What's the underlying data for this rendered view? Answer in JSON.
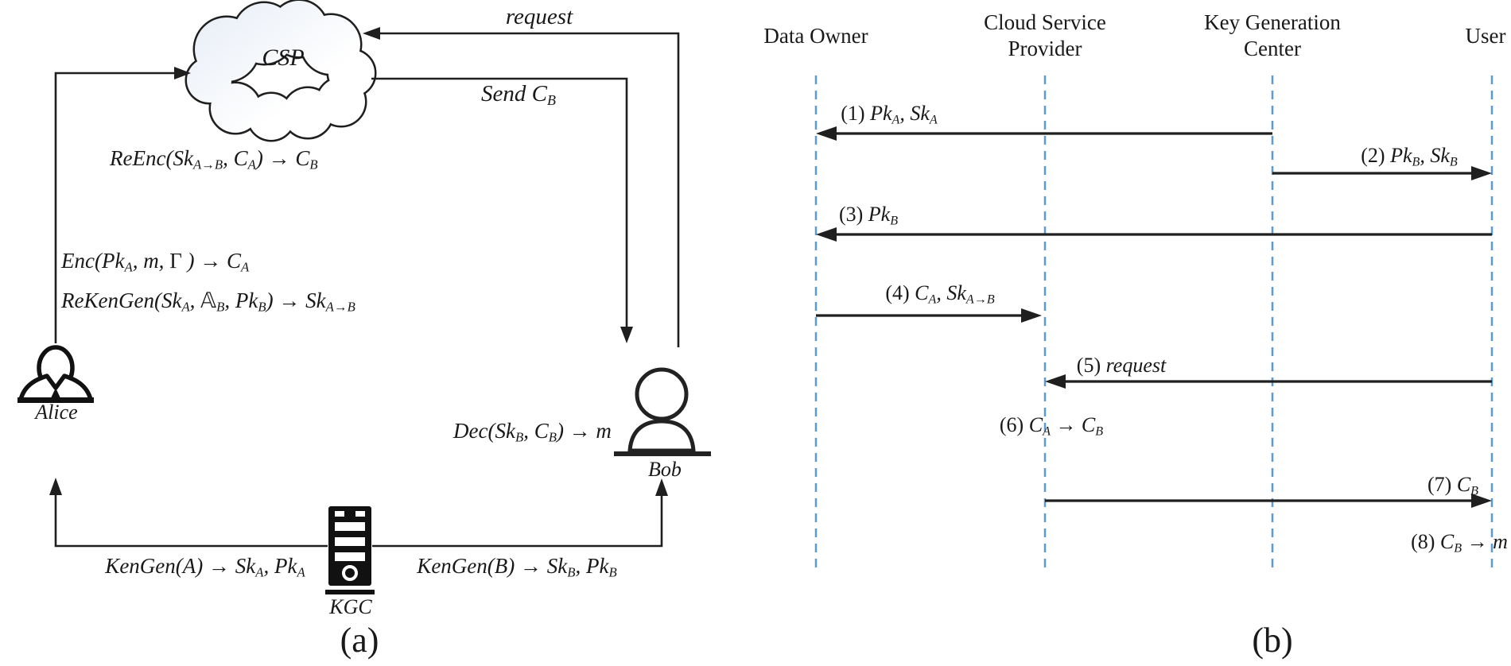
{
  "figure": {
    "panel_a": {
      "caption": "(a)",
      "cloud": {
        "label": "CSP"
      },
      "actors": {
        "alice": "Alice",
        "bob": "Bob",
        "kgc": "KGC"
      },
      "labels": {
        "request": [
          {
            "i": "request"
          }
        ],
        "send_cb": [
          {
            "i": "Send C"
          },
          {
            "s": "B"
          }
        ],
        "reenc": [
          {
            "i": "ReEnc(Sk"
          },
          {
            "s": "A→B"
          },
          {
            "i": ", C"
          },
          {
            "s": "A"
          },
          {
            "i": ") → C"
          },
          {
            "s": "B"
          }
        ],
        "enc": [
          {
            "i": "Enc(Pk"
          },
          {
            "s": "A"
          },
          {
            "i": ", m, "
          },
          {
            "t": "Γ"
          },
          {
            "i": " ) → C"
          },
          {
            "s": "A"
          }
        ],
        "rekengen": [
          {
            "i": "ReKenGen(Sk"
          },
          {
            "s": "A"
          },
          {
            "i": ", "
          },
          {
            "t": "𝔸"
          },
          {
            "s": "B"
          },
          {
            "i": ", Pk"
          },
          {
            "s": "B"
          },
          {
            "i": ") → Sk"
          },
          {
            "s": "A→B"
          }
        ],
        "dec": [
          {
            "i": "Dec(Sk"
          },
          {
            "s": "B"
          },
          {
            "i": ", C"
          },
          {
            "s": "B"
          },
          {
            "i": ") → m"
          }
        ],
        "kengen_a": [
          {
            "i": "KenGen(A) → Sk"
          },
          {
            "s": "A"
          },
          {
            "i": ", Pk"
          },
          {
            "s": "A"
          }
        ],
        "kengen_b": [
          {
            "i": "KenGen(B) → Sk"
          },
          {
            "s": "B"
          },
          {
            "i": ", Pk"
          },
          {
            "s": "B"
          }
        ]
      }
    },
    "panel_b": {
      "caption": "(b)",
      "actors": [
        {
          "name": "Data Owner"
        },
        {
          "name": "Cloud Service Provider"
        },
        {
          "name": "Key Generation Center"
        },
        {
          "name": "User"
        }
      ],
      "messages": [
        {
          "n": 1,
          "from": "Key Generation Center",
          "to": "Data Owner",
          "kind": "arrow",
          "label": [
            {
              "t": "(1) "
            },
            {
              "i": "Pk"
            },
            {
              "s": "A"
            },
            {
              "i": ", Sk"
            },
            {
              "s": "A"
            }
          ]
        },
        {
          "n": 2,
          "from": "Key Generation Center",
          "to": "User",
          "kind": "arrow",
          "label": [
            {
              "t": "(2) "
            },
            {
              "i": "Pk"
            },
            {
              "s": "B"
            },
            {
              "i": ", Sk"
            },
            {
              "s": "B"
            }
          ]
        },
        {
          "n": 3,
          "from": "User",
          "to": "Data Owner",
          "kind": "arrow",
          "label": [
            {
              "t": "(3) "
            },
            {
              "i": "Pk"
            },
            {
              "s": "B"
            }
          ]
        },
        {
          "n": 4,
          "from": "Data Owner",
          "to": "Cloud Service Provider",
          "kind": "arrow",
          "label": [
            {
              "t": "(4) "
            },
            {
              "i": "C"
            },
            {
              "s": "A"
            },
            {
              "i": ", Sk"
            },
            {
              "s": "A→B"
            }
          ]
        },
        {
          "n": 5,
          "from": "User",
          "to": "Cloud Service Provider",
          "kind": "arrow",
          "label": [
            {
              "t": "(5) "
            },
            {
              "i": "request"
            }
          ]
        },
        {
          "n": 6,
          "from": "Cloud Service Provider",
          "to": "Cloud Service Provider",
          "kind": "note",
          "label": [
            {
              "t": "(6) "
            },
            {
              "i": "C"
            },
            {
              "s": "A"
            },
            {
              "i": " → C"
            },
            {
              "s": "B"
            }
          ]
        },
        {
          "n": 7,
          "from": "Cloud Service Provider",
          "to": "User",
          "kind": "arrow",
          "label": [
            {
              "t": "(7) "
            },
            {
              "i": "C"
            },
            {
              "s": "B"
            }
          ]
        },
        {
          "n": 8,
          "from": "User",
          "to": "User",
          "kind": "note",
          "label": [
            {
              "t": "(8) "
            },
            {
              "i": "C"
            },
            {
              "s": "B"
            },
            {
              "i": " → m"
            }
          ]
        }
      ]
    },
    "colors": {
      "line": "#1f1f1f",
      "lifeline": "#5b9bd5",
      "text": "#191919"
    }
  }
}
